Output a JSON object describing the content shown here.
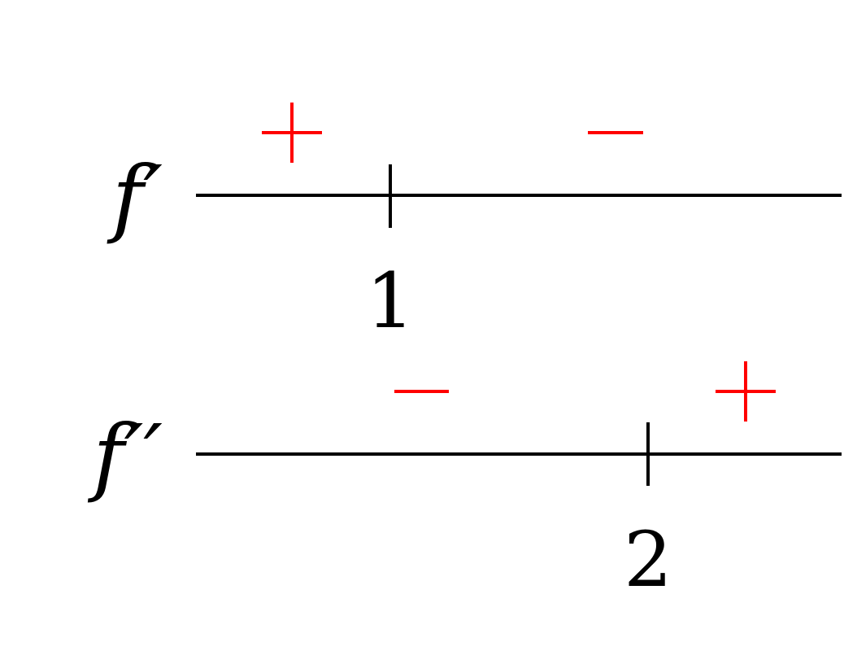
{
  "colors": {
    "line": "#000000",
    "sign": "#ff0000"
  },
  "rows": [
    {
      "id": "fprime",
      "label": "f′",
      "tick_value": "1",
      "signs": [
        "+",
        "−"
      ]
    },
    {
      "id": "fdoubleprime",
      "label": "f′′",
      "tick_value": "2",
      "signs": [
        "−",
        "+"
      ]
    }
  ]
}
